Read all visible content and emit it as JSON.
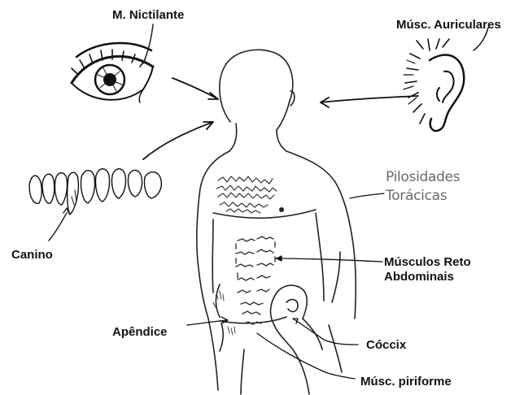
{
  "labels": {
    "nictitating": "M.  Nictilante",
    "auricular": "Músc. Auriculares",
    "thoracic_line1": "Pilosidades",
    "thoracic_line2": "Torácicas",
    "canine": "Canino",
    "rectus_line1": "Músculos Reto",
    "rectus_line2": "Abdominais",
    "appendix": "Apêndice",
    "coccyx": "Cóccix",
    "piriformis": "Músc.  piriforme"
  },
  "colors": {
    "ink": "#111111",
    "light_text": "#6a6a6a",
    "background": "#ffffff"
  }
}
